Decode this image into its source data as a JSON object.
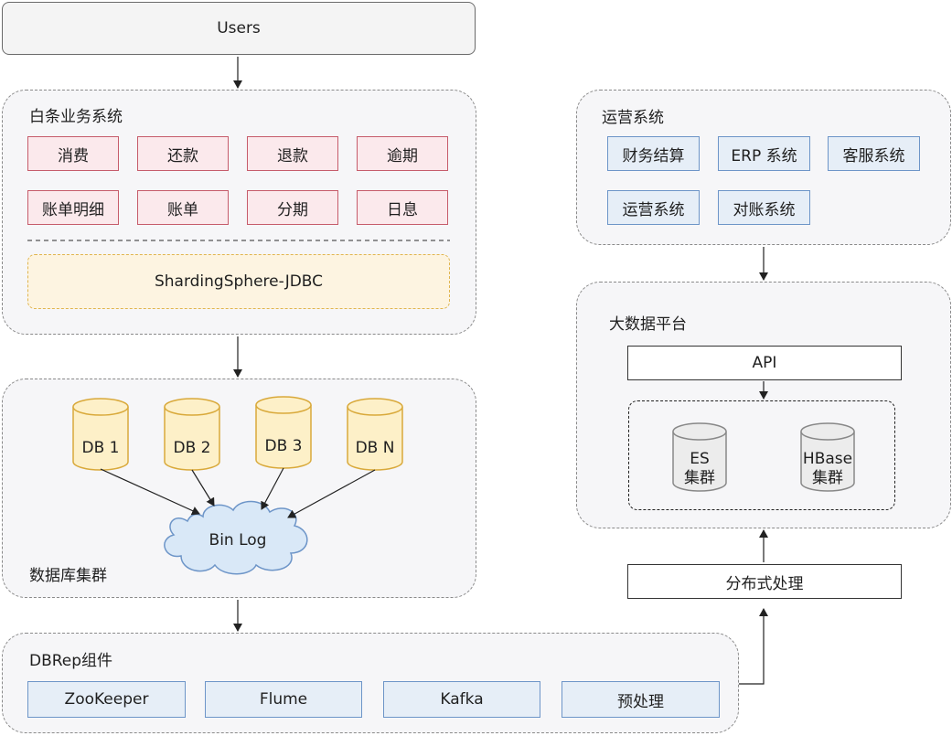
{
  "users": "Users",
  "business": {
    "title": "白条业务系统",
    "modules": [
      "消费",
      "还款",
      "退款",
      "逾期",
      "账单明细",
      "账单",
      "分期",
      "日息"
    ],
    "jdbc": "ShardingSphere-JDBC"
  },
  "db_cluster": {
    "title": "数据库集群",
    "dbs": [
      "DB 1",
      "DB 2",
      "DB 3",
      "DB N"
    ],
    "binlog": "Bin Log"
  },
  "dbrep": {
    "title": "DBRep组件",
    "items": [
      "ZooKeeper",
      "Flume",
      "Kafka",
      "预处理"
    ]
  },
  "ops": {
    "title": "运营系统",
    "items": [
      "财务结算",
      "ERP 系统",
      "客服系统",
      "运营系统",
      "对账系统"
    ]
  },
  "bigdata": {
    "title": "大数据平台",
    "api": "API",
    "es": [
      "ES",
      "集群"
    ],
    "hbase": [
      "HBase",
      "集群"
    ]
  },
  "distributed": "分布式处理",
  "colors": {
    "red_fill": "#fbe9ec",
    "red_border": "#c65c6b",
    "blue_fill": "#e6eef7",
    "blue_border": "#6d95c8",
    "yellow_fill": "#fdf4e1",
    "yellow_border": "#e0b54f",
    "cylinder_fill": "#fdf0c8",
    "cylinder_border": "#d9a93a",
    "cloud_fill": "#d9e8f7",
    "cloud_border": "#6d95c8"
  }
}
